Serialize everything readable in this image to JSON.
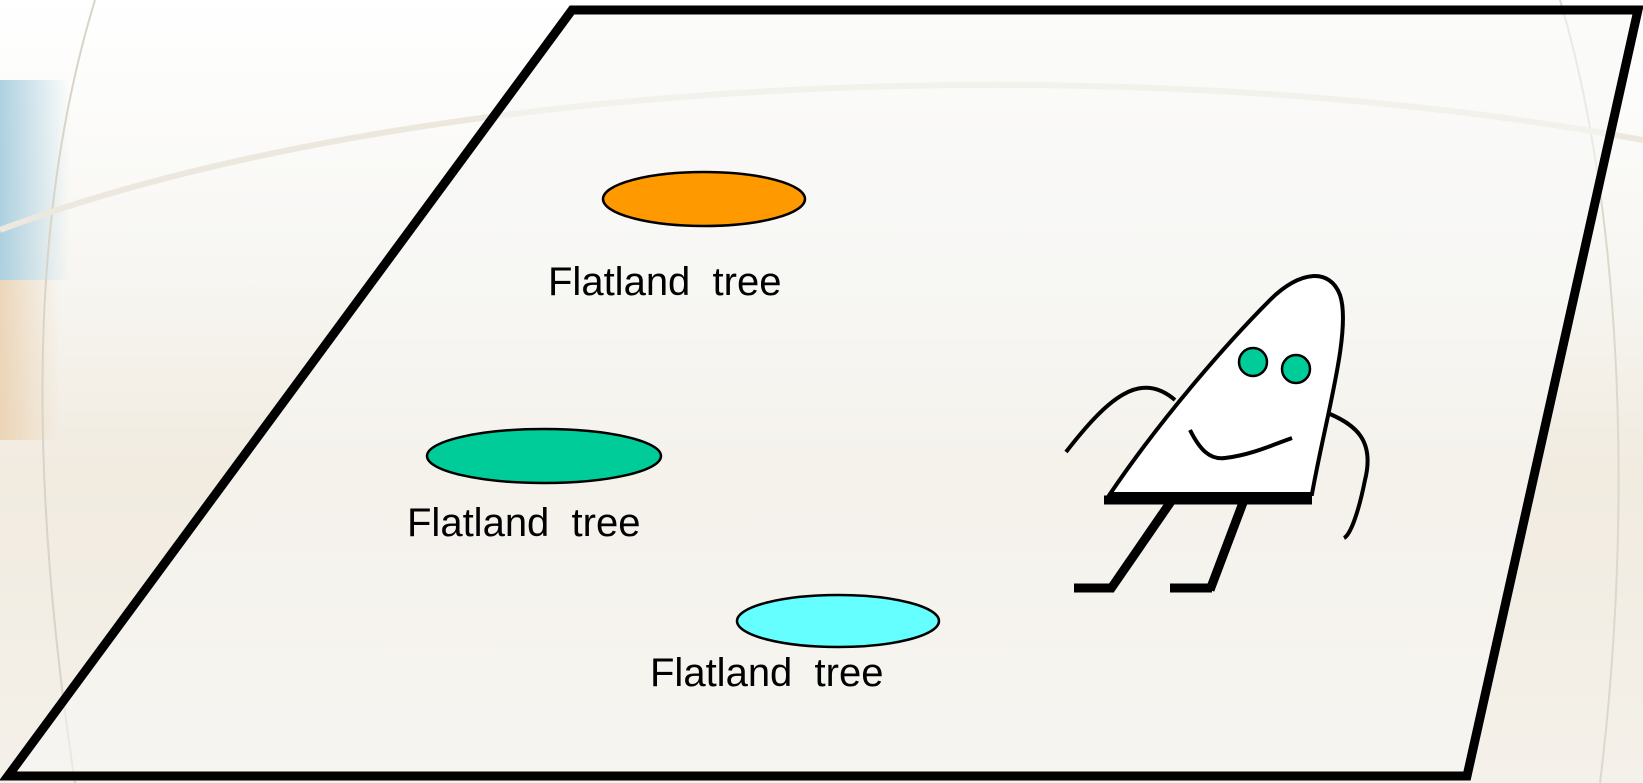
{
  "colors": {
    "background_light": "#f6f4ef",
    "background_blue_accent": "#9fc9dc",
    "background_peach": "#efe3cf",
    "outline": "#000000",
    "plane_fill": "#f8f8f6"
  },
  "trees": [
    {
      "label": "Flatland  tree",
      "color": "#ff9900"
    },
    {
      "label": "Flatland  tree",
      "color": "#00cc99"
    },
    {
      "label": "Flatland  tree",
      "color": "#66ffff"
    }
  ],
  "character": {
    "eye_color": "#00cc99",
    "body_fill": "#ffffff"
  }
}
